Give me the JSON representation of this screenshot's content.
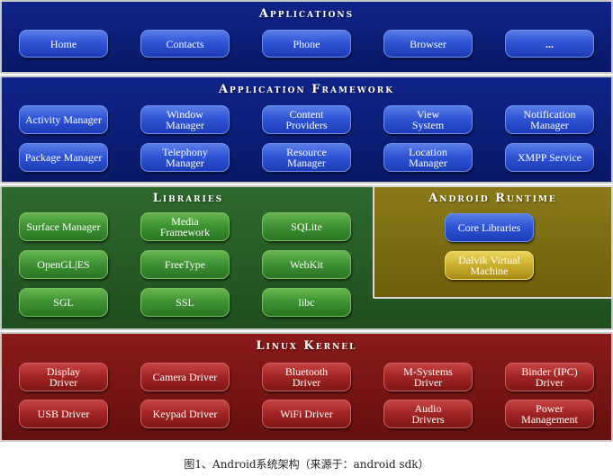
{
  "layers": {
    "applications": {
      "title": "Applications",
      "items": [
        "Home",
        "Contacts",
        "Phone",
        "Browser",
        "..."
      ]
    },
    "framework": {
      "title": "Application Framework",
      "items": [
        "Activity Manager",
        "Window\nManager",
        "Content\nProviders",
        "View\nSystem",
        "Notification\nManager",
        "Package Manager",
        "Telephony\nManager",
        "Resource\nManager",
        "Location\nManager",
        "XMPP Service"
      ]
    },
    "libraries": {
      "title": "Libraries",
      "items": [
        "Surface Manager",
        "Media\nFramework",
        "SQLite",
        "OpenGL|ES",
        "FreeType",
        "WebKit",
        "SGL",
        "SSL",
        "libc"
      ]
    },
    "runtime": {
      "title": "Android Runtime",
      "items": [
        "Core Libraries",
        "Dalvik Virtual\nMachine"
      ]
    },
    "kernel": {
      "title": "Linux Kernel",
      "items": [
        "Display\nDriver",
        "Camera Driver",
        "Bluetooth\nDriver",
        "M-Systems\nDriver",
        "Binder (IPC)\nDriver",
        "USB Driver",
        "Keypad Driver",
        "WiFi Driver",
        "Audio\nDrivers",
        "Power\nManagement"
      ]
    }
  },
  "caption": "图1、Android系统架构（来源于：android sdk）"
}
